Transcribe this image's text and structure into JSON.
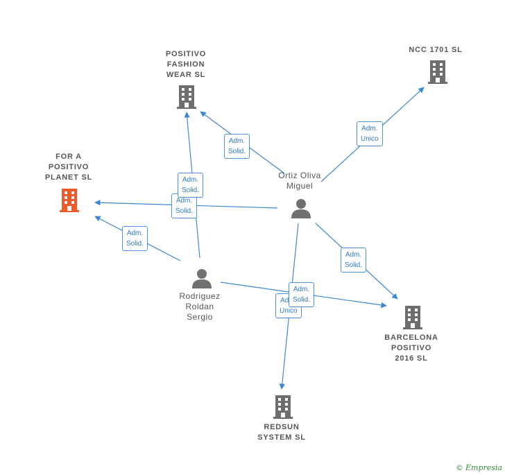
{
  "colors": {
    "edge": "#3b86d6",
    "company_icon": "#6e6e6e",
    "company_icon_highlight": "#f05a28",
    "person_icon": "#707070",
    "label_text": "#555555",
    "edge_label_text": "#2f78c8"
  },
  "nodes": {
    "positivo_fashion": {
      "label": "POSITIVO\nFASHION\nWEAR  SL",
      "icon": "building-icon"
    },
    "ncc": {
      "label": "NCC 1701  SL",
      "icon": "building-icon"
    },
    "for_a_positivo": {
      "label": "FOR A\nPOSITIVO\nPLANET  SL",
      "icon": "building-icon"
    },
    "ortiz": {
      "label": "Ortiz Oliva\nMiguel",
      "icon": "person-icon"
    },
    "rodriguez": {
      "label": "Rodriguez\nRoldan\nSergio",
      "icon": "person-icon"
    },
    "barcelona": {
      "label": "BARCELONA\nPOSITIVO\n2016  SL",
      "icon": "building-icon"
    },
    "redsun": {
      "label": "REDSUN\nSYSTEM  SL",
      "icon": "building-icon"
    }
  },
  "edges": [
    {
      "from": "ortiz",
      "to": "positivo_fashion",
      "label": "Adm.\nSolid."
    },
    {
      "from": "ortiz",
      "to": "ncc",
      "label": "Adm.\nUnico"
    },
    {
      "from": "ortiz",
      "to": "for_a_positivo",
      "label": "Adm.\nSolid."
    },
    {
      "from": "ortiz",
      "to": "barcelona",
      "label": "Adm.\nSolid."
    },
    {
      "from": "ortiz",
      "to": "redsun",
      "label": "Adm.\nUnico"
    },
    {
      "from": "rodriguez",
      "to": "positivo_fashion",
      "label": "Adm.\nSolid."
    },
    {
      "from": "rodriguez",
      "to": "for_a_positivo",
      "label": "Adm.\nSolid."
    },
    {
      "from": "rodriguez",
      "to": "barcelona",
      "label": "Adm.\nSolid."
    }
  ],
  "footer": {
    "copyright": "©",
    "brand": "Empresia"
  }
}
